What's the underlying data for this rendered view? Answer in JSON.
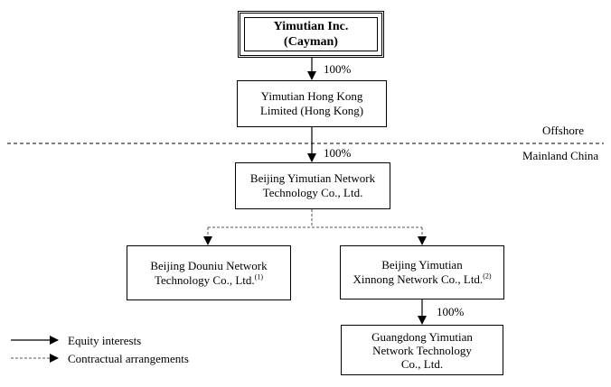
{
  "entities": {
    "cayman": {
      "name": "Yimutian Inc.\n(Cayman)"
    },
    "hong_kong": {
      "name": "Yimutian Hong Kong\nLimited (Hong Kong)"
    },
    "beijing_network": {
      "name": "Beijing Yimutian Network\nTechnology Co., Ltd."
    },
    "douniu": {
      "name": "Beijing Douniu Network\nTechnology Co., Ltd.",
      "note": "(1)"
    },
    "xinnong": {
      "name": "Beijing Yimutian\nXinnong Network Co., Ltd.",
      "note": "(2)"
    },
    "guangdong": {
      "name": "Guangdong Yimutian\nNetwork Technology\nCo., Ltd."
    }
  },
  "ownership": {
    "cayman_to_hk": "100%",
    "hk_to_beijing": "100%",
    "xinnong_to_guangdong": "100%"
  },
  "regions": {
    "offshore": "Offshore",
    "mainland": "Mainland China"
  },
  "legend": {
    "equity": "Equity interests",
    "contractual": "Contractual  arrangements"
  }
}
